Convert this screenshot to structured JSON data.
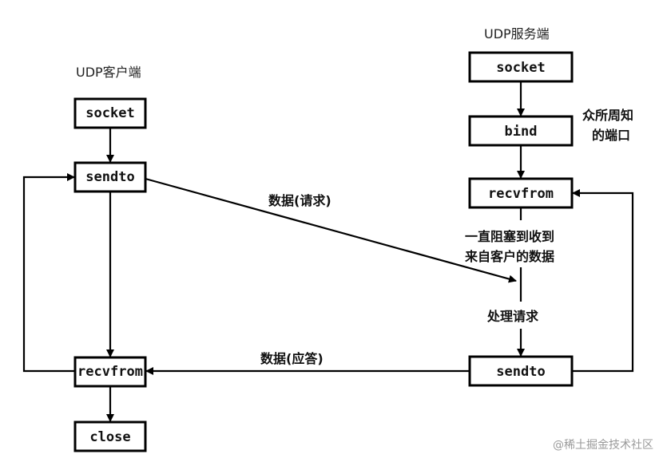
{
  "client": {
    "title": "UDP客户端",
    "socket": "socket",
    "sendto": "sendto",
    "recvfrom": "recvfrom",
    "close": "close"
  },
  "server": {
    "title": "UDP服务端",
    "socket": "socket",
    "bind": "bind",
    "recvfrom": "recvfrom",
    "sendto": "sendto",
    "bind_note_line1": "众所周知",
    "bind_note_line2": "的端口",
    "block_note_line1": "一直阻塞到收到",
    "block_note_line2": "来自客户的数据",
    "process_label": "处理请求"
  },
  "messages": {
    "request": "数据(请求)",
    "response": "数据(应答)"
  },
  "watermark": "@稀土掘金技术社区"
}
